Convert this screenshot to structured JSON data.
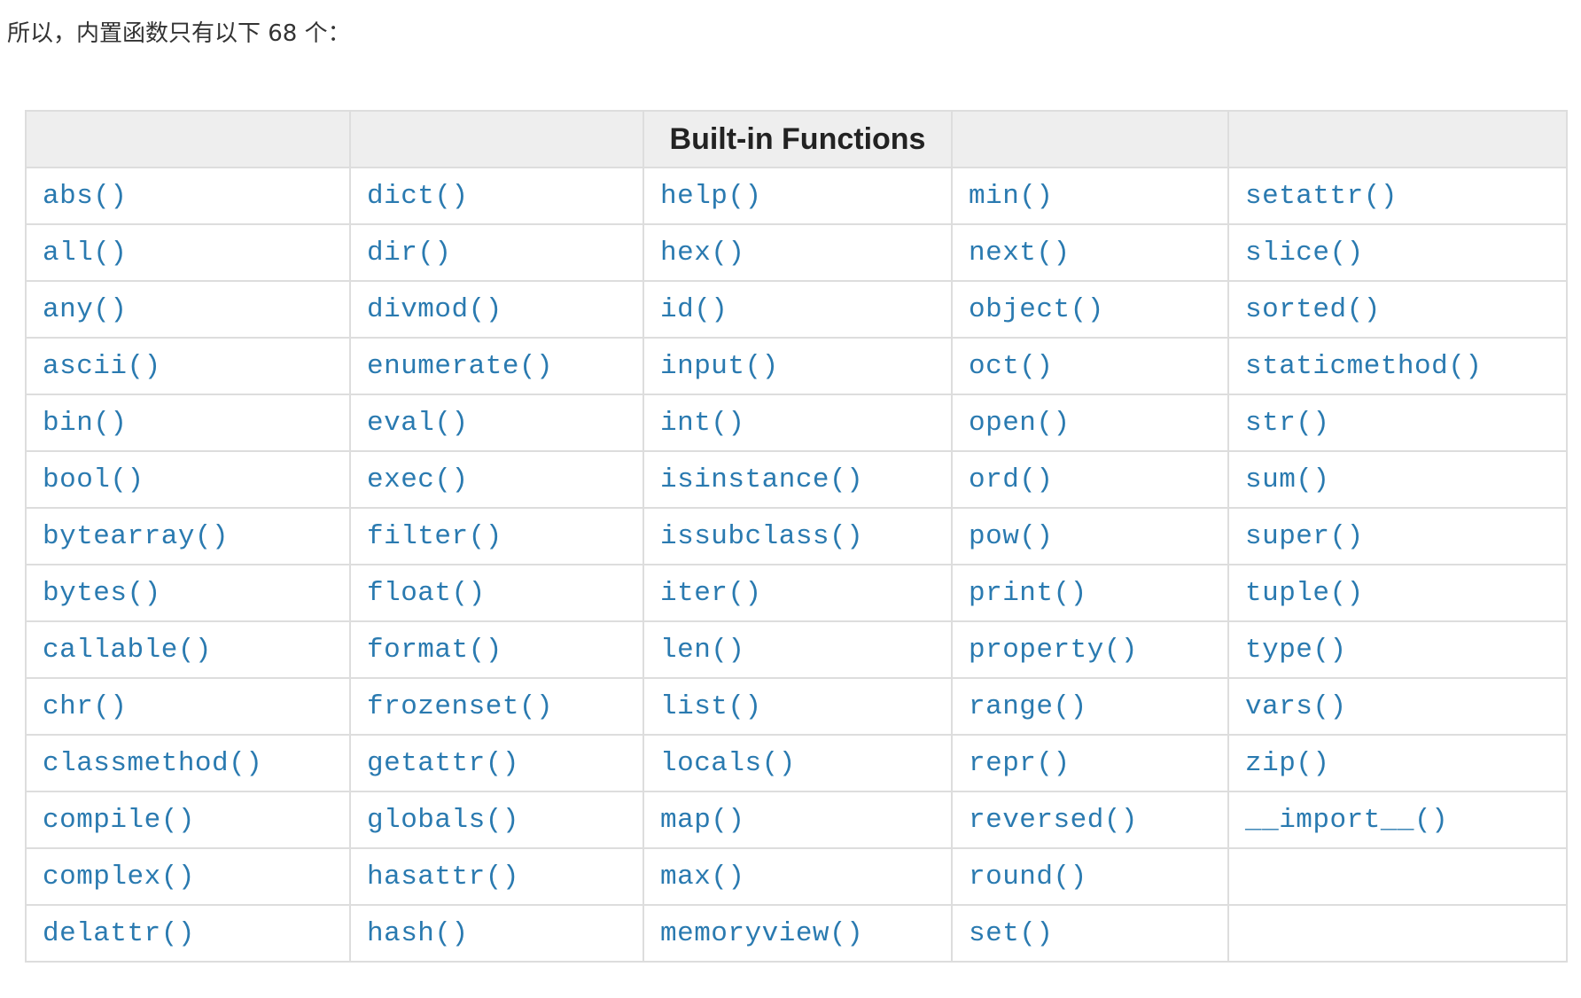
{
  "intro_text": "所以，内置函数只有以下 68 个：",
  "table": {
    "header": [
      "",
      "",
      "Built-in Functions",
      "",
      ""
    ],
    "rows": [
      [
        "abs()",
        "dict()",
        "help()",
        "min()",
        "setattr()"
      ],
      [
        "all()",
        "dir()",
        "hex()",
        "next()",
        "slice()"
      ],
      [
        "any()",
        "divmod()",
        "id()",
        "object()",
        "sorted()"
      ],
      [
        "ascii()",
        "enumerate()",
        "input()",
        "oct()",
        "staticmethod()"
      ],
      [
        "bin()",
        "eval()",
        "int()",
        "open()",
        "str()"
      ],
      [
        "bool()",
        "exec()",
        "isinstance()",
        "ord()",
        "sum()"
      ],
      [
        "bytearray()",
        "filter()",
        "issubclass()",
        "pow()",
        "super()"
      ],
      [
        "bytes()",
        "float()",
        "iter()",
        "print()",
        "tuple()"
      ],
      [
        "callable()",
        "format()",
        "len()",
        "property()",
        "type()"
      ],
      [
        "chr()",
        "frozenset()",
        "list()",
        "range()",
        "vars()"
      ],
      [
        "classmethod()",
        "getattr()",
        "locals()",
        "repr()",
        "zip()"
      ],
      [
        "compile()",
        "globals()",
        "map()",
        "reversed()",
        "__import__()"
      ],
      [
        "complex()",
        "hasattr()",
        "max()",
        "round()",
        ""
      ],
      [
        "delattr()",
        "hash()",
        "memoryview()",
        "set()",
        ""
      ]
    ]
  },
  "colors": {
    "link": "#2a7ab0",
    "header_bg": "#eeeeee",
    "border": "#dddddd",
    "text": "#333333"
  }
}
